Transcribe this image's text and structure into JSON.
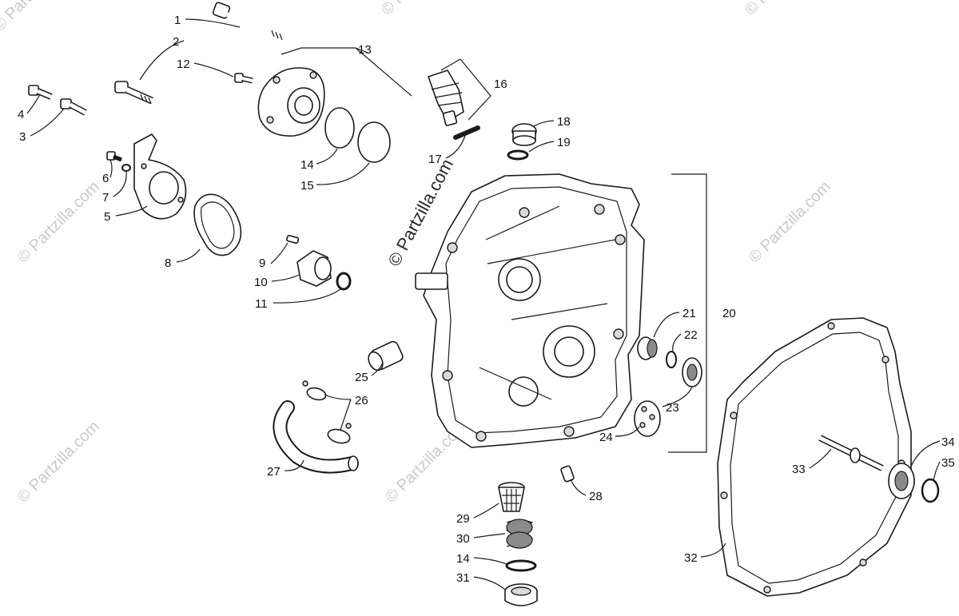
{
  "watermark": {
    "text": "© Partzilla.com",
    "color": "#c9c9c9"
  },
  "callouts": {
    "p1": "1",
    "p2": "2",
    "p3": "3",
    "p4": "4",
    "p5": "5",
    "p6": "6",
    "p7": "7",
    "p8": "8",
    "p9": "9",
    "p10": "10",
    "p11": "11",
    "p12": "12",
    "p13": "13",
    "p14a": "14",
    "p14b": "14",
    "p15": "15",
    "p16": "16",
    "p17": "17",
    "p18": "18",
    "p19": "19",
    "p20": "20",
    "p21": "21",
    "p22": "22",
    "p23": "23",
    "p24": "24",
    "p25": "25",
    "p26": "26",
    "p27": "27",
    "p28": "28",
    "p29": "29",
    "p30": "30",
    "p31": "31",
    "p32": "32",
    "p33": "33",
    "p34": "34",
    "p35": "35"
  }
}
